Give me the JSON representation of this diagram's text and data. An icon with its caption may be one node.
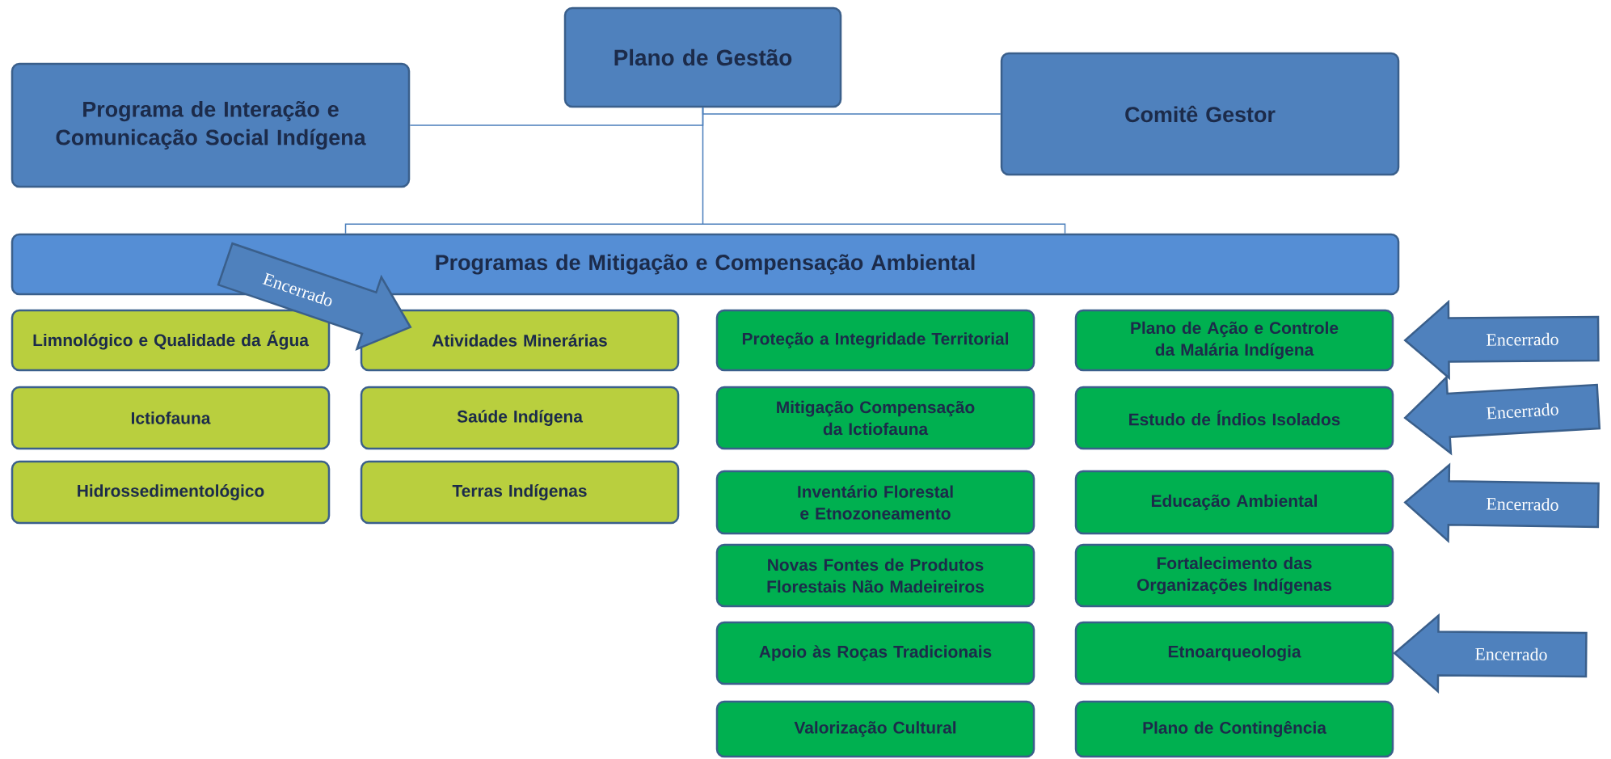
{
  "diagram": {
    "nodes": [
      {
        "text": [
          "Plano de Gestão"
        ]
      },
      {
        "text": [
          "Programa de Interação e Comunicação Social Indígena"
        ]
      },
      {
        "text": [
          "Comitê Gestor"
        ]
      },
      {
        "text": [
          "Programas de Mitigação e Compensação Ambiental"
        ]
      },
      {
        "text": [
          "Limnológico e Qualidade da Água"
        ]
      },
      {
        "text": [
          "Atividades Minerárias"
        ]
      },
      {
        "text": [
          "Proteção a Integridade Territorial"
        ]
      },
      {
        "text": [
          "Plano de Ação e Controle da Malária Indígena"
        ]
      },
      {
        "text": [
          "Ictiofauna"
        ]
      },
      {
        "text": [
          "Saúde Indígena"
        ]
      },
      {
        "text": [
          "Mitigação Compensação da Ictiofauna"
        ]
      },
      {
        "text": [
          "Estudo de Índios Isolados"
        ]
      },
      {
        "text": [
          "Hidrossedimentológico"
        ]
      },
      {
        "text": [
          "Terras Indígenas"
        ]
      },
      {
        "text": [
          "Inventário Florestal e Etnozoneamento"
        ]
      },
      {
        "text": [
          "Educação Ambiental"
        ]
      },
      {
        "text": [
          "Novas Fontes de Produtos Florestais Não Madeireiros"
        ]
      },
      {
        "text": [
          "Fortalecimento das Organizações Indígenas"
        ]
      },
      {
        "text": [
          "Apoio às Roças Tradicionais"
        ]
      },
      {
        "text": [
          "Etnoarqueologia"
        ]
      },
      {
        "text": [
          "Valorização Cultural"
        ]
      },
      {
        "text": [
          "Plano de Contingência"
        ]
      }
    ],
    "edges": [
      {
        "from": 0,
        "to": 1,
        "arrow": "none"
      },
      {
        "from": 0,
        "to": 2,
        "arrow": "none"
      },
      {
        "from": 0,
        "to": 3,
        "arrow": "none"
      },
      {
        "from": null,
        "to": 5,
        "arrow": "to",
        "label": "Encerrado",
        "style": "thick"
      },
      {
        "from": null,
        "to": 7,
        "arrow": "to",
        "label": "Encerrado",
        "style": "thick"
      },
      {
        "from": null,
        "to": 11,
        "arrow": "to",
        "label": "Encerrado",
        "style": "thick"
      },
      {
        "from": null,
        "to": 15,
        "arrow": "to",
        "label": "Encerrado",
        "style": "thick"
      },
      {
        "from": null,
        "to": 19,
        "arrow": "to",
        "label": "Encerrado",
        "style": "thick"
      }
    ]
  }
}
